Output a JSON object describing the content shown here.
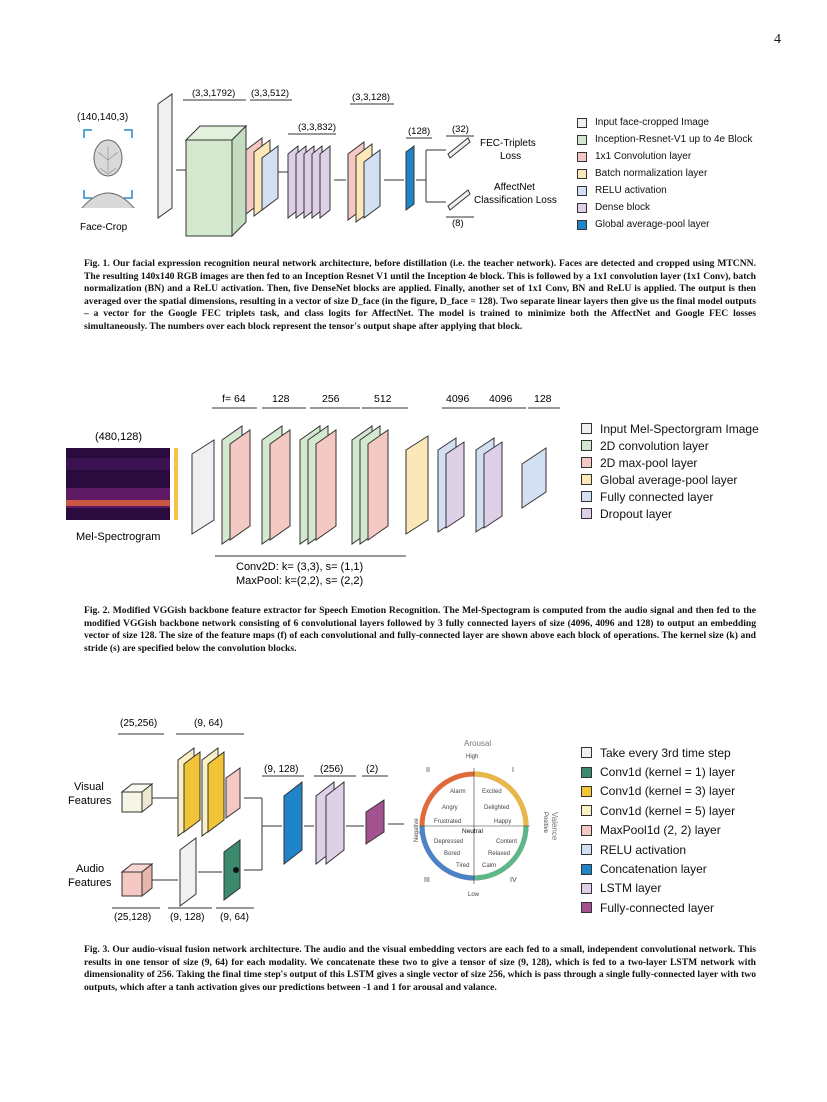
{
  "page_number": "4",
  "fig1": {
    "face_size": "(140,140,3)",
    "face_label": "Face-Crop",
    "dims": [
      "(3,3,1792)",
      "(3,3,512)",
      "(3,3,832)",
      "(3,3,128)",
      "(128)",
      "(32)",
      "(8)"
    ],
    "out_fec": [
      "FEC-Triplets",
      "Loss"
    ],
    "out_aff": [
      "AffectNet",
      "Classification Loss"
    ],
    "legend": [
      {
        "label": "Input face-cropped Image",
        "color": "#f0f0f0"
      },
      {
        "label": "Inception-Resnet-V1 up to 4e Block",
        "color": "#d4e8cf"
      },
      {
        "label": "1x1 Convolution layer",
        "color": "#f4c9c4"
      },
      {
        "label": "Batch normalization layer",
        "color": "#fbe7b7"
      },
      {
        "label": "RELU activation",
        "color": "#d3dff2"
      },
      {
        "label": "Dense block",
        "color": "#ded0e6"
      },
      {
        "label": "Global average-pool layer",
        "color": "#1f84c8"
      }
    ],
    "caption_bold": "Fig. 1. Our facial expression recognition neural network architecture, before distillation (i.e. the teacher network). Faces are detected and cropped using MTCNN. The resulting 140x140 RGB images are then fed to an Inception Resnet V1 until the Inception 4e block. This is followed by a 1x1 convolution layer (1x1 Conv), batch normalization (BN) and a ReLU activation. Then, five DenseNet blocks are applied. Finally, another set of 1x1 Conv, BN and ReLU is applied. The output is then averaged over the spatial dimensions, resulting in a vector of size D_face (in the figure, D_face = 128). Two separate linear layers then give us the final model outputs – a vector for the Google FEC triplets task, and class logits for AffectNet. The model is trained to minimize both the AffectNet and Google FEC losses simultaneously. The numbers over each block represent the tensor's output shape after applying that block."
  },
  "fig2": {
    "spec_size": "(480,128)",
    "spec_label": "Mel-Spectrogram",
    "dims": [
      "f= 64",
      "128",
      "256",
      "512",
      "4096",
      "4096",
      "128"
    ],
    "below": [
      "Conv2D: k= (3,3), s= (1,1)",
      "MaxPool: k=(2,2), s= (2,2)"
    ],
    "legend": [
      {
        "label": "Input Mel-Spectorgram Image",
        "color": "#f0f0f0"
      },
      {
        "label": "2D convolution layer",
        "color": "#d4e8cf"
      },
      {
        "label": "2D max-pool layer",
        "color": "#f4c9c4"
      },
      {
        "label": "Global average-pool layer",
        "color": "#fbe7b7"
      },
      {
        "label": "Fully connected layer",
        "color": "#d3dff2"
      },
      {
        "label": "Dropout layer",
        "color": "#ded0e6"
      }
    ],
    "caption": "Fig. 2. Modified VGGish backbone feature extractor for Speech Emotion Recognition. The Mel-Spectogram is computed from the audio signal and then fed to the modified VGGish backbone network consisting of 6 convolutional layers followed by 3 fully connected layers of size (4096, 4096 and 128) to output an embedding vector of size 128. The size of the feature maps (f) of each convolutional and fully-connected layer are shown above each block of operations. The kernel size (k) and stride (s) are specified below the convolution blocks."
  },
  "fig3": {
    "dims_top": [
      "(25,256)",
      "(9, 64)",
      "(9, 128)",
      "(256)",
      "(2)"
    ],
    "dims_bottom": [
      "(25,128)",
      "(9, 128)",
      "(9, 64)"
    ],
    "visual": [
      "Visual",
      "Features"
    ],
    "audio": [
      "Audio",
      "Features"
    ],
    "circumplex": {
      "arousal": "Arousal",
      "valence": "Valence",
      "high": "High",
      "low": "Low",
      "negative": "Negative",
      "positive": "Positive",
      "neutral": "Neutral",
      "quadrants": [
        "II",
        "I",
        "III",
        "IV"
      ],
      "words": [
        "Alarm",
        "Excited",
        "Angry",
        "Delighted",
        "Frustrated",
        "Happy",
        "Depressed",
        "Content",
        "Bored",
        "Relaxed",
        "Tired",
        "Calm"
      ]
    },
    "legend": [
      {
        "label": "Take every 3rd time step",
        "color": "#f0f0f0"
      },
      {
        "label": "Conv1d (kernel = 1) layer",
        "color": "#3c8a6e"
      },
      {
        "label": "Conv1d (kernel = 3) layer",
        "color": "#f2c437"
      },
      {
        "label": "Conv1d (kernel = 5) layer",
        "color": "#fbefc4"
      },
      {
        "label": "MaxPool1d (2, 2) layer",
        "color": "#f4c9c4"
      },
      {
        "label": "RELU activation",
        "color": "#d3dff2"
      },
      {
        "label": "Concatenation layer",
        "color": "#1f84c8"
      },
      {
        "label": "LSTM layer",
        "color": "#ded0e6"
      },
      {
        "label": "Fully-connected layer",
        "color": "#a3518f"
      }
    ],
    "caption": "Fig. 3. Our audio-visual fusion network architecture. The audio and the visual embedding vectors are each fed to a small, independent convolutional network. This results in one tensor of size (9, 64) for each modality. We concatenate these two to give a tensor of size (9, 128), which is fed to a two-layer LSTM network with dimensionality of 256. Taking the final time step's output of this LSTM gives a single vector of size 256, which is pass through a single fully-connected layer with two outputs, which after a tanh activation gives our predictions between -1 and 1 for arousal and valance."
  }
}
